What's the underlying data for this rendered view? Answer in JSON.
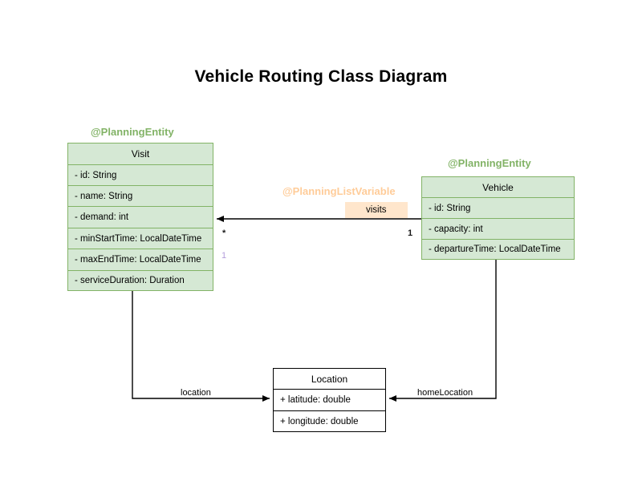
{
  "title": "Vehicle Routing Class Diagram",
  "classes": [
    {
      "id": "visit",
      "name": "Visit",
      "annotation": "@PlanningEntity",
      "style": "green",
      "attributes": [
        "- id: String",
        "- name: String",
        "- demand: int",
        "- minStartTime: LocalDateTime",
        "- maxEndTime: LocalDateTime",
        "- serviceDuration: Duration"
      ]
    },
    {
      "id": "vehicle",
      "name": "Vehicle",
      "annotation": "@PlanningEntity",
      "style": "green",
      "attributes": [
        "- id: String",
        "- capacity: int",
        "- departureTime: LocalDateTime"
      ]
    },
    {
      "id": "location",
      "name": "Location",
      "annotation": "",
      "style": "plain",
      "attributes": [
        "+ latitude: double",
        "+ longitude: double"
      ]
    }
  ],
  "associations": {
    "visits": {
      "label": "visits",
      "annotation": "@PlanningListVariable",
      "source_multiplicity": "1",
      "target_multiplicity": "*",
      "extra_multiplicity": "1"
    },
    "location": {
      "label": "location"
    },
    "home_location": {
      "label": "homeLocation"
    }
  },
  "colors": {
    "entity_fill": "#d5e8d4",
    "entity_border": "#82b366",
    "assoc_fill": "#ffe6cc",
    "assoc_annotation": "#ffcc99",
    "plain_border": "#000000",
    "edge": "#000000",
    "muted_multiplicity": "#b39ddb"
  }
}
